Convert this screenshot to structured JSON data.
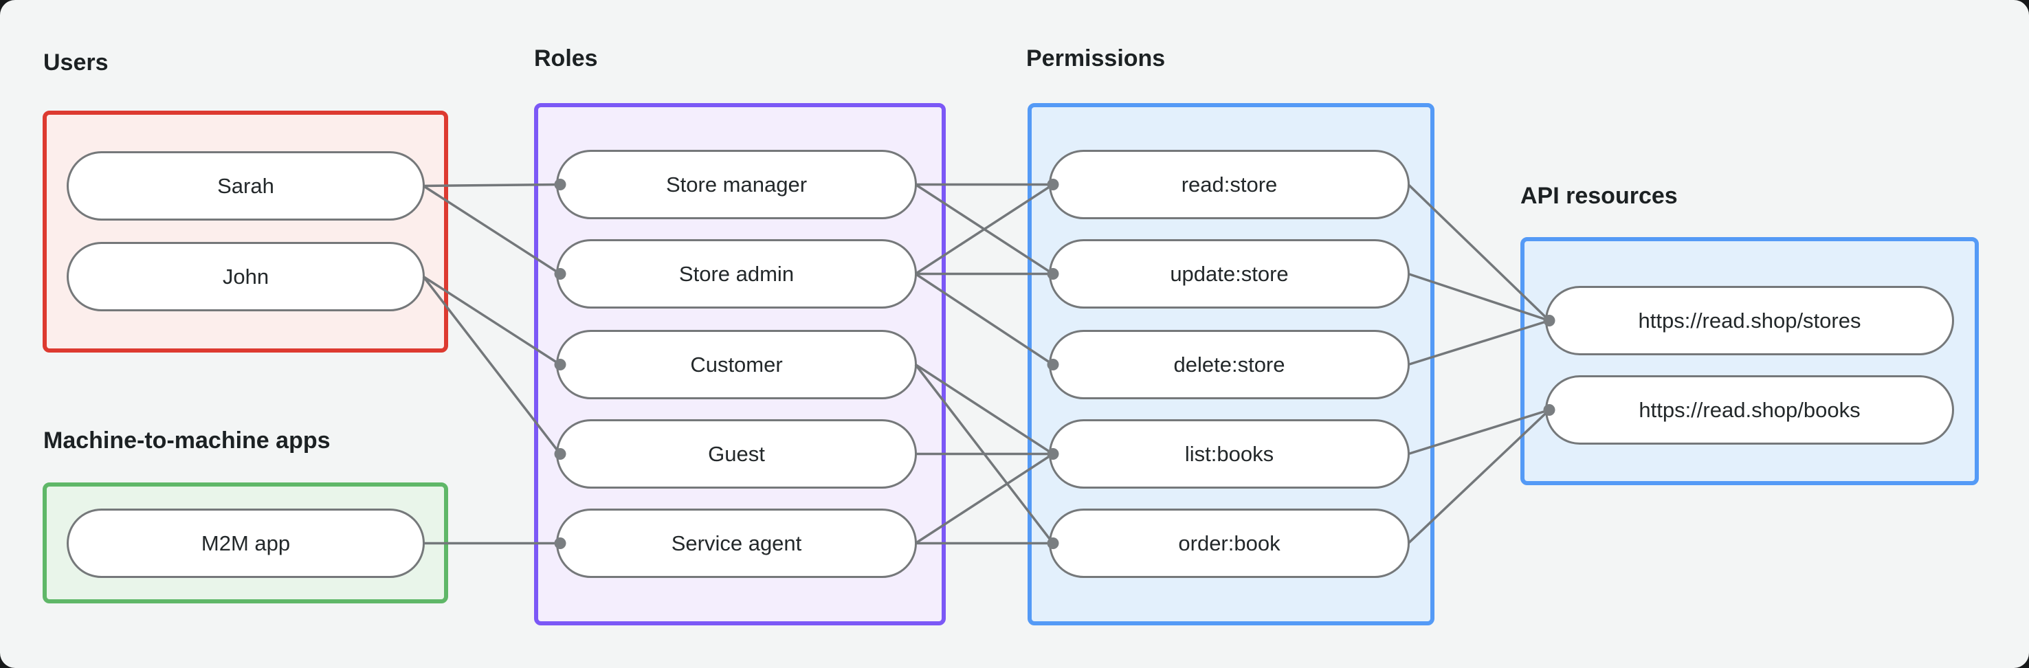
{
  "diagram": {
    "title": "RBAC mapping diagram",
    "background_color": "#f3f5f5",
    "edge_color": "#73777a",
    "edge_dot_color": "#7a7e81",
    "node_border_color": "#75787a",
    "groups": {
      "users": {
        "label": "Users",
        "border_color": "#dd3a30",
        "fill_color": "#fceeec",
        "items": [
          {
            "id": "sarah",
            "label": "Sarah"
          },
          {
            "id": "john",
            "label": "John"
          }
        ]
      },
      "m2m": {
        "label": "Machine-to-machine apps",
        "border_color": "#5fb768",
        "fill_color": "#e9f5ea",
        "items": [
          {
            "id": "m2m-app",
            "label": "M2M app"
          }
        ]
      },
      "roles": {
        "label": "Roles",
        "border_color": "#7b58f6",
        "fill_color": "#f4eefd",
        "items": [
          {
            "id": "store-manager",
            "label": "Store manager"
          },
          {
            "id": "store-admin",
            "label": "Store admin"
          },
          {
            "id": "customer",
            "label": "Customer"
          },
          {
            "id": "guest",
            "label": "Guest"
          },
          {
            "id": "service-agent",
            "label": "Service agent"
          }
        ]
      },
      "permissions": {
        "label": "Permissions",
        "border_color": "#549af6",
        "fill_color": "#e3f0fc",
        "items": [
          {
            "id": "read-store",
            "label": "read:store"
          },
          {
            "id": "update-store",
            "label": "update:store"
          },
          {
            "id": "delete-store",
            "label": "delete:store"
          },
          {
            "id": "list-books",
            "label": "list:books"
          },
          {
            "id": "order-book",
            "label": "order:book"
          }
        ]
      },
      "api_resources": {
        "label": "API resources",
        "border_color": "#549af6",
        "fill_color": "#e3f0fc",
        "items": [
          {
            "id": "api-stores",
            "label": "https://read.shop/stores"
          },
          {
            "id": "api-books",
            "label": "https://read.shop/books"
          }
        ]
      }
    },
    "edges": [
      {
        "from": "sarah",
        "to": "store-manager"
      },
      {
        "from": "sarah",
        "to": "store-admin"
      },
      {
        "from": "john",
        "to": "customer"
      },
      {
        "from": "john",
        "to": "guest"
      },
      {
        "from": "m2m-app",
        "to": "service-agent"
      },
      {
        "from": "store-manager",
        "to": "read-store"
      },
      {
        "from": "store-manager",
        "to": "update-store"
      },
      {
        "from": "store-admin",
        "to": "read-store"
      },
      {
        "from": "store-admin",
        "to": "update-store"
      },
      {
        "from": "store-admin",
        "to": "delete-store"
      },
      {
        "from": "customer",
        "to": "list-books"
      },
      {
        "from": "customer",
        "to": "order-book"
      },
      {
        "from": "guest",
        "to": "list-books"
      },
      {
        "from": "service-agent",
        "to": "list-books"
      },
      {
        "from": "service-agent",
        "to": "order-book"
      },
      {
        "from": "read-store",
        "to": "api-stores"
      },
      {
        "from": "update-store",
        "to": "api-stores"
      },
      {
        "from": "delete-store",
        "to": "api-stores"
      },
      {
        "from": "list-books",
        "to": "api-books"
      },
      {
        "from": "order-book",
        "to": "api-books"
      }
    ]
  }
}
